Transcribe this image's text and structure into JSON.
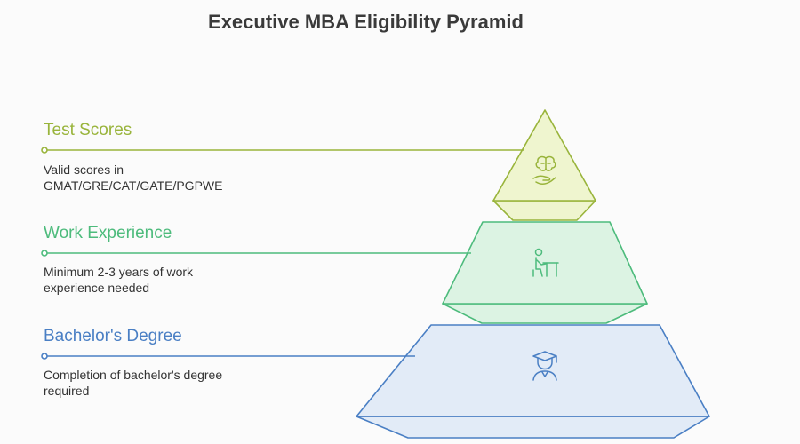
{
  "title": "Executive MBA Eligibility Pyramid",
  "levels": [
    {
      "heading": "Test Scores",
      "description": "Valid scores in GMAT/GRE/CAT/GATE/PGPWE",
      "icon": "brain-in-hand-icon",
      "color": "#99b43b",
      "fill": "#eff5cf"
    },
    {
      "heading": "Work Experience",
      "description": "Minimum 2-3 years of work experience needed",
      "icon": "person-at-desk-icon",
      "color": "#4dbb7c",
      "fill": "#dcf3e3"
    },
    {
      "heading": "Bachelor's Degree",
      "description": "Completion of bachelor's degree required",
      "icon": "graduate-icon",
      "color": "#4a7fc4",
      "fill": "#e2ebf7"
    }
  ]
}
